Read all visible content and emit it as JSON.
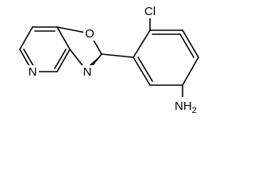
{
  "molecule": {
    "atoms": {
      "cl": "Cl",
      "o": "O",
      "n_oxazole": "N",
      "n_pyridine": "N",
      "amine": "NH",
      "amine_h_count": "2"
    },
    "colors": {
      "bond": "#000000",
      "label": "#000000",
      "background": "#ffffff"
    }
  }
}
